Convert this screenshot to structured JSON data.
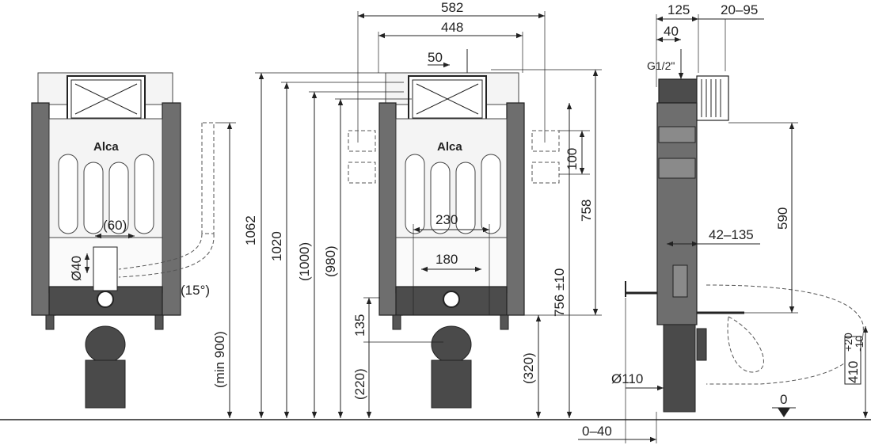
{
  "front_view": {
    "logo": "Alca",
    "dimensions": {
      "flush_pipe_gap": "(60)",
      "pipe_diameter": "Ø40",
      "angle": "(15°)",
      "min_height": "(min 900)"
    }
  },
  "middle_view": {
    "logo": "Alca",
    "dimensions": {
      "overall_width": "582",
      "inner_width": "448",
      "water_offset": "50",
      "bracket_spacing": "100",
      "bolt_spacing_outer": "230",
      "bolt_spacing_inner": "180",
      "height_total": "1062",
      "height_top": "1020",
      "height_1000": "(1000)",
      "height_980": "(980)",
      "height_758": "758",
      "height_756": "756 ±10",
      "foot_135": "135",
      "foot_220": "(220)",
      "foot_320": "(320)"
    }
  },
  "side_view": {
    "dimensions": {
      "depth_125": "125",
      "adjust_20_95": "20–95",
      "offset_40": "40",
      "inlet": "G1/2\"",
      "height_590": "590",
      "depth_42_135": "42–135",
      "outlet_diameter": "Ø110",
      "floor_offset": "0–40",
      "zero_level": "0",
      "height_410": "410",
      "tol_plus": "+20",
      "tol_minus": "-10"
    }
  }
}
